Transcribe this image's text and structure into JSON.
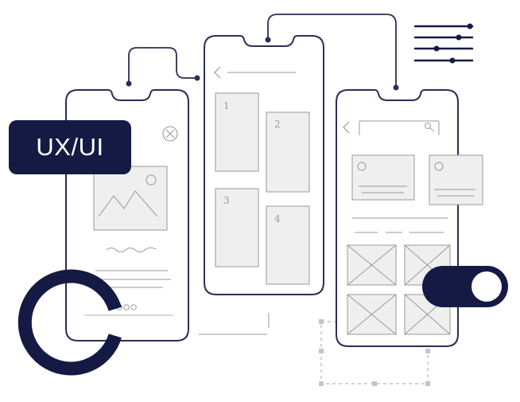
{
  "badge": {
    "label": "UX/UI"
  },
  "colors": {
    "navy": "#141a44",
    "line": "#2a2f55",
    "sketch": "#9a9a9a",
    "fill": "#efefef",
    "guide": "#b5b5c3"
  },
  "phone_center": {
    "tiles": [
      "1",
      "2",
      "3",
      "4"
    ]
  },
  "icons": [
    "back-arrow-icon",
    "close-icon",
    "search-icon",
    "image-placeholder-icon",
    "sliders-icon",
    "toggle-switch-icon",
    "ring-icon"
  ]
}
